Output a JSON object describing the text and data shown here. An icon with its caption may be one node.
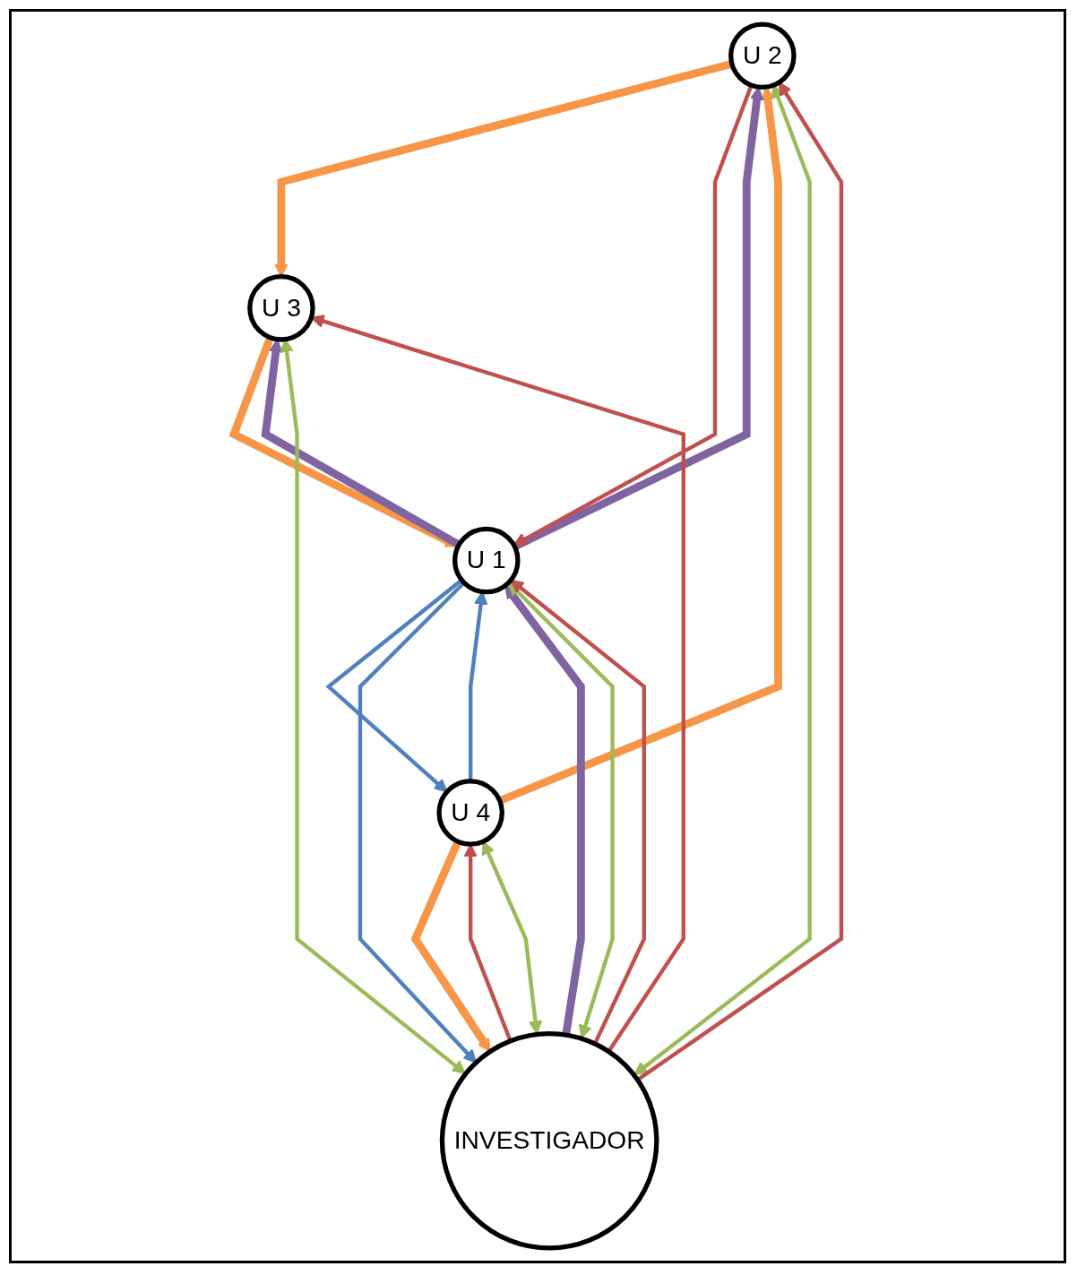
{
  "diagram": {
    "nodes": [
      {
        "text": [
          "U 2"
        ]
      },
      {
        "text": [
          "U 3"
        ]
      },
      {
        "text": [
          "U 1"
        ]
      },
      {
        "text": [
          "U 4"
        ]
      },
      {
        "text": [
          "INVESTIGADOR"
        ]
      }
    ],
    "edges": [
      {
        "from": 0,
        "to": 1,
        "arrow": "to",
        "style": "thick",
        "color": "#f79646"
      },
      {
        "from": 3,
        "to": 0,
        "arrow": "to",
        "style": "thick",
        "color": "#f79646"
      },
      {
        "from": 1,
        "to": 2,
        "arrow": "to",
        "style": "thick",
        "color": "#f79646"
      },
      {
        "from": 2,
        "to": 1,
        "arrow": "to",
        "style": "thick",
        "color": "#8064a2"
      },
      {
        "from": 2,
        "to": 0,
        "arrow": "to",
        "style": "thick",
        "color": "#8064a2"
      },
      {
        "from": 0,
        "to": 2,
        "arrow": "to",
        "color": "#c0504d"
      },
      {
        "from": 4,
        "to": 0,
        "arrow": "both",
        "color": "#9bbb59"
      },
      {
        "from": 4,
        "to": 0,
        "arrow": "to",
        "color": "#c0504d"
      },
      {
        "from": 4,
        "to": 1,
        "arrow": "both",
        "color": "#9bbb59"
      },
      {
        "from": 4,
        "to": 1,
        "arrow": "to",
        "color": "#c0504d"
      },
      {
        "from": 2,
        "to": 3,
        "arrow": "to",
        "color": "#4f81bd"
      },
      {
        "from": 3,
        "to": 2,
        "arrow": "to",
        "color": "#4f81bd"
      },
      {
        "from": 2,
        "to": 4,
        "arrow": "to",
        "color": "#4f81bd"
      },
      {
        "from": 4,
        "to": 2,
        "arrow": "to",
        "style": "thick",
        "color": "#8064a2"
      },
      {
        "from": 4,
        "to": 2,
        "arrow": "both",
        "color": "#9bbb59"
      },
      {
        "from": 4,
        "to": 2,
        "arrow": "to",
        "color": "#c0504d"
      },
      {
        "from": 3,
        "to": 4,
        "arrow": "to",
        "style": "thick",
        "color": "#f79646"
      },
      {
        "from": 4,
        "to": 3,
        "arrow": "to",
        "color": "#c0504d"
      },
      {
        "from": 4,
        "to": 3,
        "arrow": "both",
        "color": "#9bbb59"
      }
    ]
  }
}
